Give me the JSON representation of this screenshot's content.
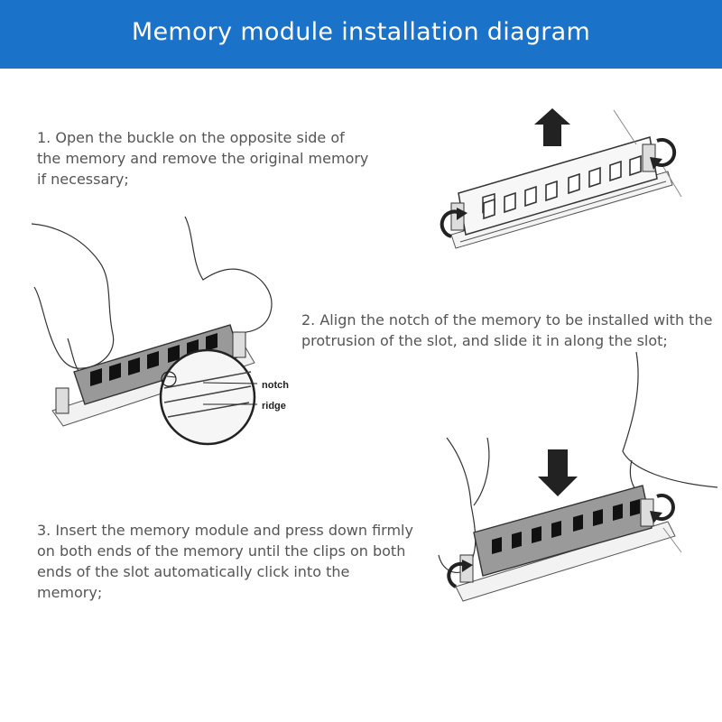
{
  "header": {
    "title": "Memory module installation diagram"
  },
  "steps": [
    {
      "text": "1. Open the buckle on the opposite side of the memory and remove the original memory if necessary;"
    },
    {
      "text": "2. Align the notch of the memory to be installed with the protrusion of the slot, and slide it in along the slot;"
    },
    {
      "text": "3. Insert the memory module and press down firmly on both ends of the memory until the clips on both ends of the slot automatically click into the memory;"
    }
  ],
  "callouts": {
    "notch": "notch",
    "ridge": "ridge"
  },
  "colors": {
    "header_bg": "#1a73c8",
    "text": "#555555"
  }
}
